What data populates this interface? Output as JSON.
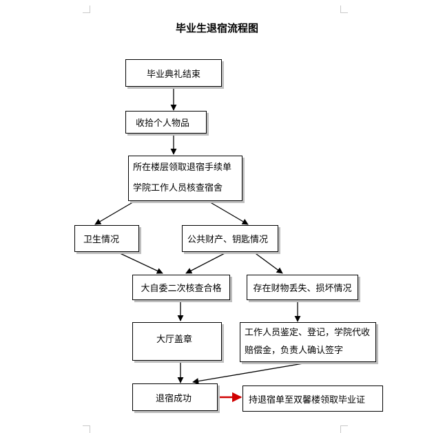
{
  "title": "毕业生退宿流程图",
  "colors": {
    "line": "#000000",
    "highlight_arrow": "#d00000"
  },
  "nodes": {
    "ceremony_end": "毕业典礼结束",
    "pack_belongings": "收拾个人物品",
    "collect_form_line1": "所在楼层领取退宿手续单",
    "collect_form_line2": "学院工作人员核查宿舍",
    "hygiene": "卫生情况",
    "property_keys": "公共财产、钥匙情况",
    "committee_recheck": "大自委二次核查合格",
    "loss_damage": "存在财物丢失、损坏情况",
    "hall_stamp": "大厅盖章",
    "staff_assess_line1": "工作人员鉴定、登记，学院代收",
    "staff_assess_line2": "赔偿金，负责人确认签字",
    "checkout_success": "退宿成功",
    "get_certificate": "持退宿单至双馨楼领取毕业证"
  }
}
